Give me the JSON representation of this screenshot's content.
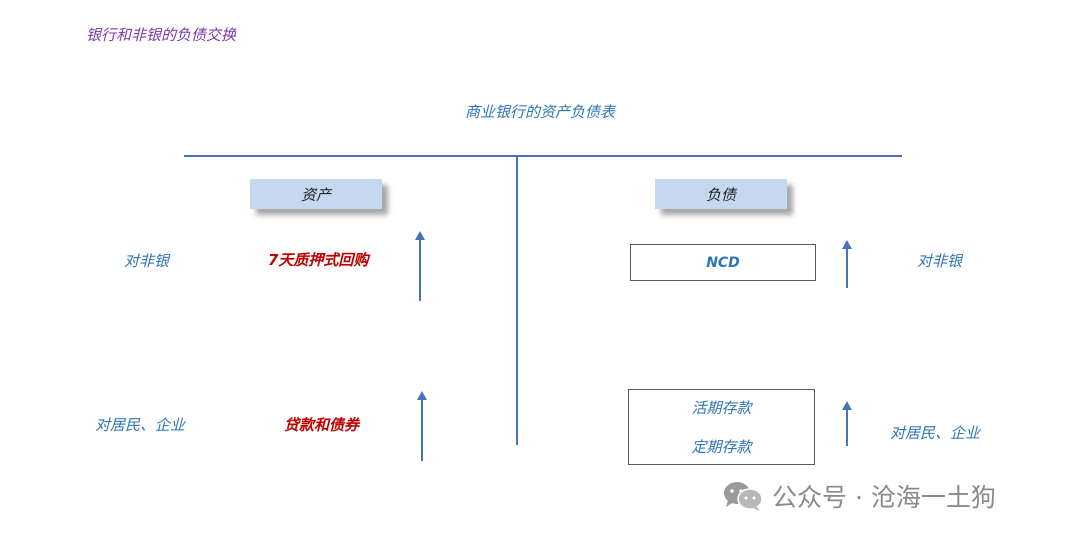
{
  "page_title": "银行和非银的负债交换",
  "sheet_title": "商业银行的资产负债表",
  "assets": {
    "header": "资产",
    "rows": [
      {
        "counterparty": "对非银",
        "item": "7天质押式回购"
      },
      {
        "counterparty": "对居民、企业",
        "item": "贷款和债券"
      }
    ]
  },
  "liabilities": {
    "header": "负债",
    "rows": [
      {
        "items": [
          "NCD"
        ],
        "counterparty": "对非银"
      },
      {
        "items": [
          "活期存款",
          "定期存款"
        ],
        "counterparty": "对居民、企业"
      }
    ]
  },
  "watermark": "公众号 · 沧海一土狗",
  "colors": {
    "title_purple": "#7a3aa8",
    "text_blue": "#2e75b6",
    "text_red": "#c00000",
    "line_blue": "#4a72b8",
    "header_fill": "#c4d9ef"
  }
}
